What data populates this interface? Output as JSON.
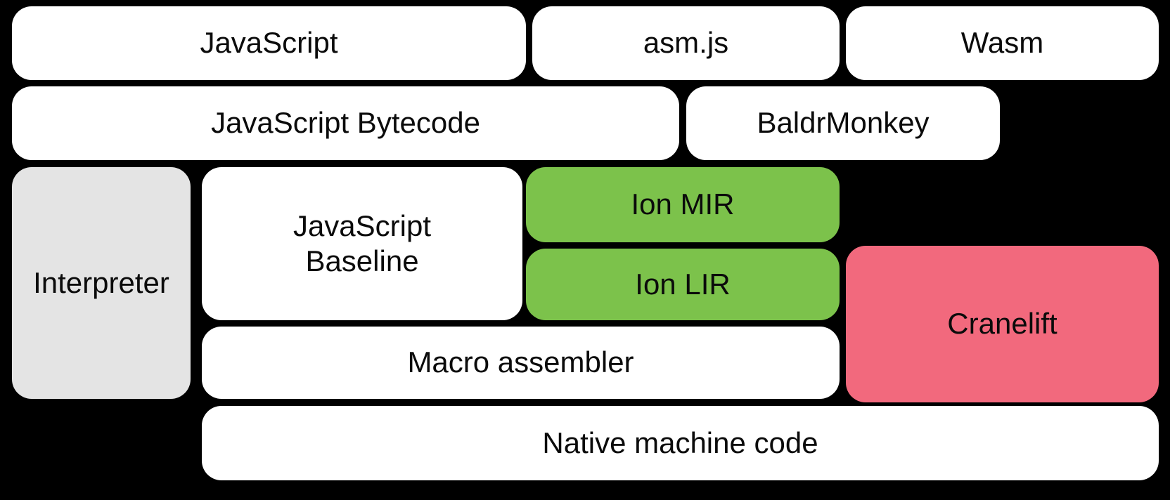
{
  "colors": {
    "background": "#000000",
    "block_default": "#ffffff",
    "interpreter_gray": "#e4e4e4",
    "ion_green": "#7cc24b",
    "cranelift_pink": "#f2697d",
    "text": "#0b0b0b"
  },
  "blocks": {
    "javascript": {
      "label": "JavaScript"
    },
    "asmjs": {
      "label": "asm.js"
    },
    "wasm": {
      "label": "Wasm"
    },
    "js_bytecode": {
      "label": "JavaScript Bytecode"
    },
    "baldrmonkey": {
      "label": "BaldrMonkey"
    },
    "interpreter": {
      "label": "Interpreter"
    },
    "js_baseline": {
      "label": "JavaScript\nBaseline"
    },
    "ion_mir": {
      "label": "Ion MIR"
    },
    "ion_lir": {
      "label": "Ion LIR"
    },
    "cranelift": {
      "label": "Cranelift"
    },
    "macro_assembler": {
      "label": "Macro assembler"
    },
    "native_machine_code": {
      "label": "Native machine code"
    }
  }
}
